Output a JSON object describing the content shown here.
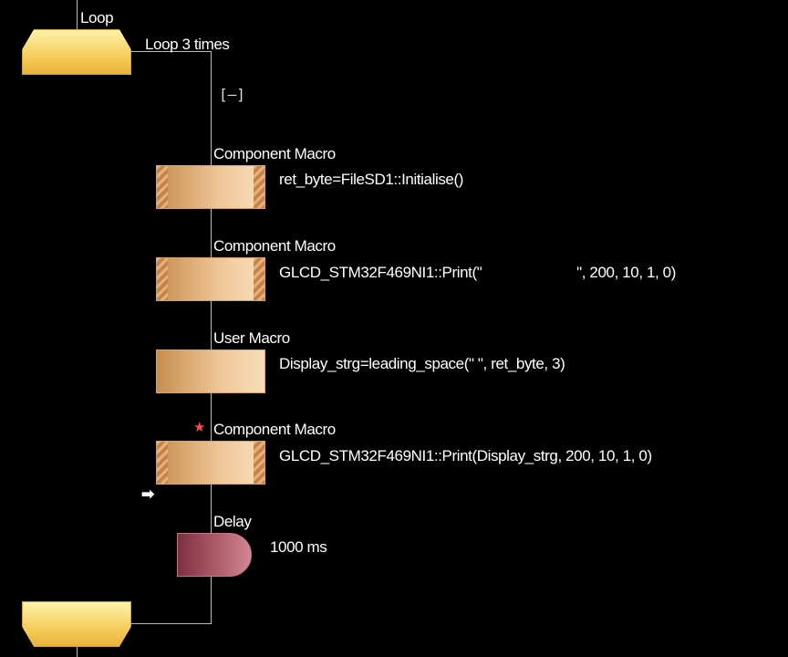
{
  "loop": {
    "title": "Loop",
    "condition": "Loop 3 times",
    "collapse_toggle": "[–]"
  },
  "steps": [
    {
      "type": "Component Macro",
      "text": "ret_byte=FileSD1::Initialise()"
    },
    {
      "type": "Component Macro",
      "text": "GLCD_STM32F469NI1::Print(\"                        \", 200, 10, 1, 0)"
    },
    {
      "type": "User Macro",
      "text": "Display_strg=leading_space(\" \", ret_byte, 3)"
    },
    {
      "type": "Component Macro",
      "text": "GLCD_STM32F469NI1::Print(Display_strg, 200, 10, 1, 0)",
      "breakpoint": "★",
      "current_arrow": "➡"
    },
    {
      "type": "Delay",
      "text": "1000 ms"
    }
  ],
  "colors": {
    "background": "#000000",
    "loop_fill": "#f3c750",
    "macro_fill": "#e6b07a",
    "delay_fill": "#9e4a5a",
    "breakpoint": "#ff4d4d"
  }
}
